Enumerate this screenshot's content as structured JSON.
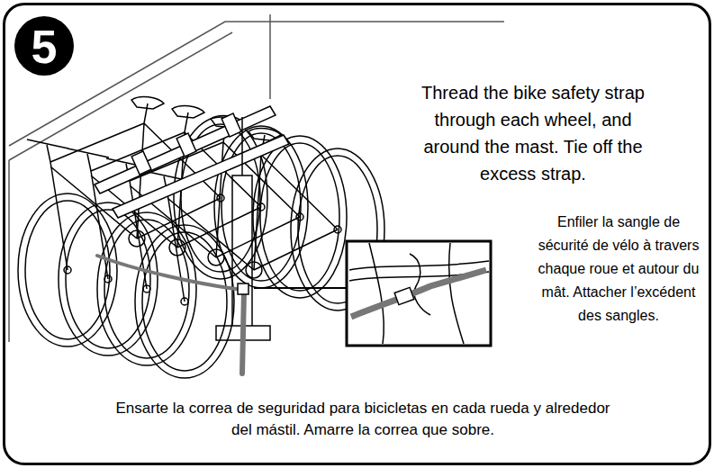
{
  "diagram": {
    "nodes": [
      {
        "text": [
          "Thread the bike safety strap through each wheel, and around the mast. Tie off the excess strap.",
          "Enfiler la sangle de sécurité de vélo à travers chaque roue et autour du mât. Attacher l’excédent des sangles.",
          "Ensarte la correa de seguridad para bicicletas en cada rueda y alrededor del mástil. Amarre la correa que sobre."
        ]
      },
      {
        "text": [
          "5"
        ],
        "in": 0
      }
    ]
  }
}
